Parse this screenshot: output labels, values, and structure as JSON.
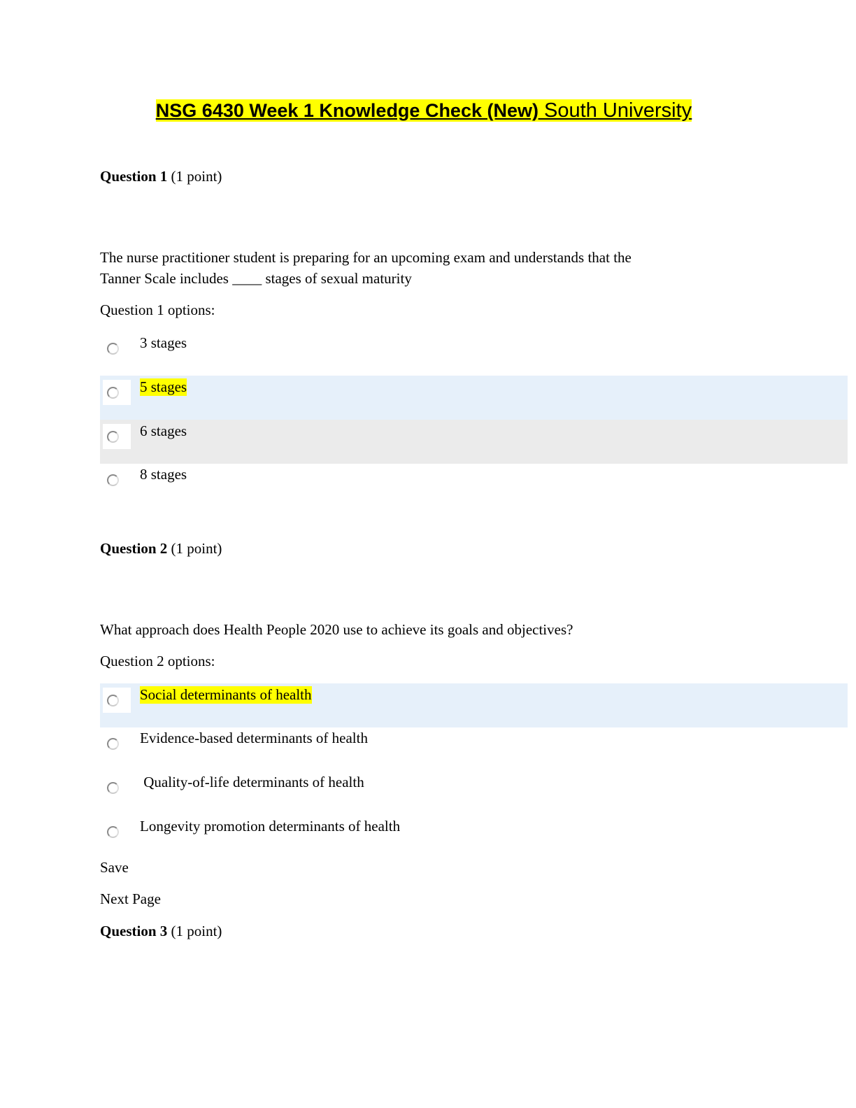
{
  "title": {
    "bold": "NSG 6430 Week 1 Knowledge Check (New)",
    "rest": " South University"
  },
  "questions": [
    {
      "label": "Question 1",
      "points": "(1 point)",
      "text_lines": [
        "The nurse practitioner student is preparing for an upcoming exam and understands that the",
        "Tanner Scale includes ____ stages of sexual maturity"
      ],
      "options_label": "Question 1 options:",
      "options": [
        "3 stages",
        "5 stages",
        "6 stages",
        "8 stages"
      ],
      "highlighted_option": "5 stages"
    },
    {
      "label": "Question 2",
      "points": "(1 point)",
      "text_lines": [
        "What approach does Health People 2020 use to achieve its goals and objectives?"
      ],
      "options_label": "Question 2 options:",
      "options": [
        "Social determinants of health",
        "Evidence-based determinants of health",
        " Quality-of-life determinants of health",
        "Longevity promotion determinants of health"
      ],
      "highlighted_option": "Social determinants of health"
    },
    {
      "label": "Question 3",
      "points": "(1 point)"
    }
  ],
  "actions": {
    "save": "Save",
    "next_page": "Next Page"
  },
  "colors": {
    "highlight": "#ffff00",
    "selected_row": "#e6f0fa",
    "hover_row": "#ebebeb"
  }
}
